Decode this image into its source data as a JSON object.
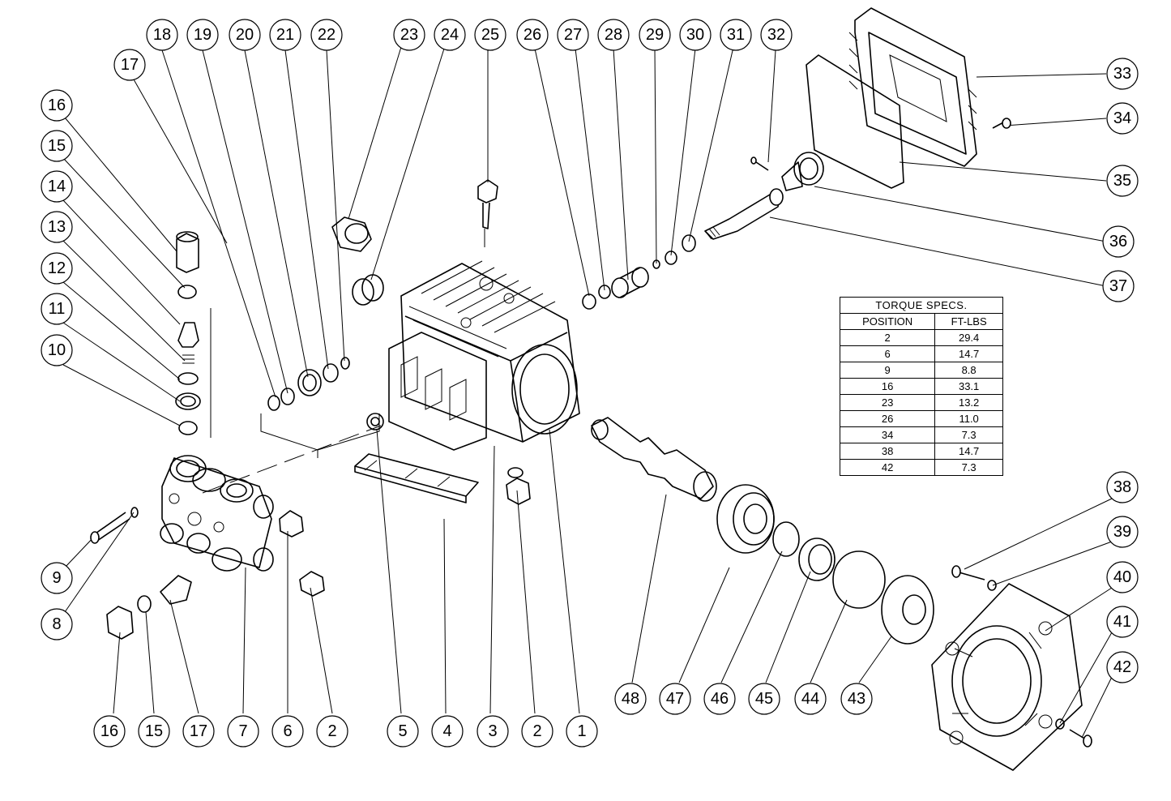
{
  "torque_table": {
    "title": "TORQUE SPECS.",
    "headers": [
      "POSITION",
      "FT-LBS"
    ],
    "rows": [
      [
        "2",
        "29.4"
      ],
      [
        "6",
        "14.7"
      ],
      [
        "9",
        "8.8"
      ],
      [
        "16",
        "33.1"
      ],
      [
        "23",
        "13.2"
      ],
      [
        "26",
        "11.0"
      ],
      [
        "34",
        "7.3"
      ],
      [
        "38",
        "14.7"
      ],
      [
        "42",
        "7.3"
      ]
    ]
  },
  "callouts": {
    "top_row": [
      "18",
      "19",
      "20",
      "21",
      "22",
      "23",
      "24",
      "25",
      "26",
      "27",
      "28",
      "29",
      "30",
      "31",
      "32"
    ],
    "left_column": [
      "17",
      "16",
      "15",
      "14",
      "13",
      "12",
      "11",
      "10"
    ],
    "left_lower": [
      "9",
      "8"
    ],
    "bottom_row": [
      "16",
      "15",
      "17",
      "7",
      "6",
      "2",
      "5",
      "4",
      "3",
      "2",
      "1"
    ],
    "bottom_middle": [
      "48",
      "47",
      "46",
      "45",
      "44",
      "43"
    ],
    "right_column_top": [
      "33",
      "34",
      "35",
      "36",
      "37"
    ],
    "right_column_bottom": [
      "38",
      "39",
      "40",
      "41",
      "42"
    ]
  }
}
